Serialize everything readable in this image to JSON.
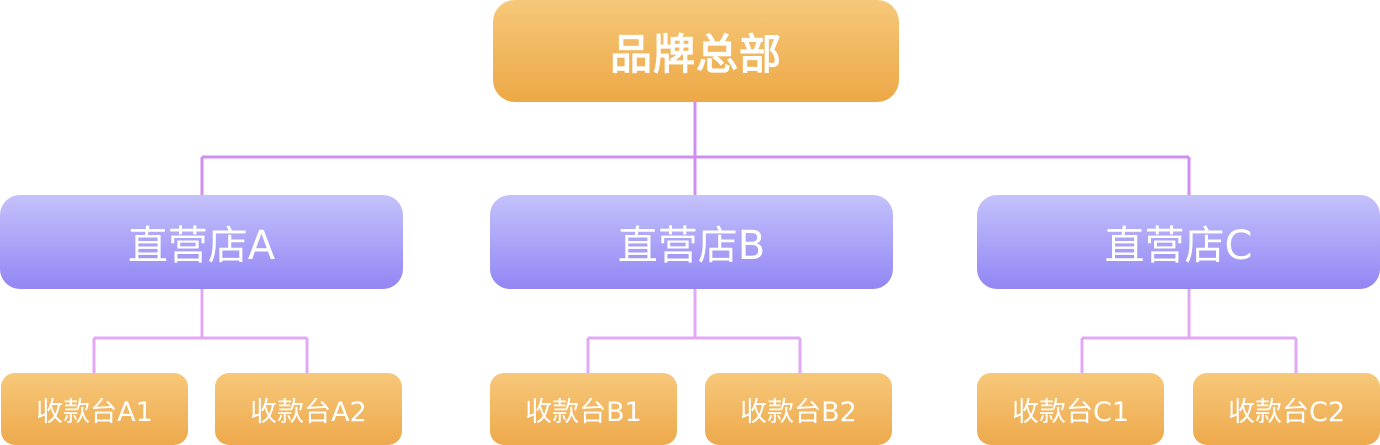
{
  "hq": {
    "label": "品牌总部"
  },
  "stores": [
    {
      "label": "直营店A",
      "registers": [
        "收款台A1",
        "收款台A2"
      ]
    },
    {
      "label": "直营店B",
      "registers": [
        "收款台B1",
        "收款台B2"
      ]
    },
    {
      "label": "直营店C",
      "registers": [
        "收款台C1",
        "收款台C2"
      ]
    }
  ],
  "colors": {
    "hq_top": "#f6c87a",
    "hq_bottom": "#eda846",
    "store_top": "#c4c2fb",
    "store_bottom": "#9286f4",
    "connector_upper": "#cf8ff0",
    "connector_lower": "#e3a8f5",
    "text": "#ffffff"
  }
}
